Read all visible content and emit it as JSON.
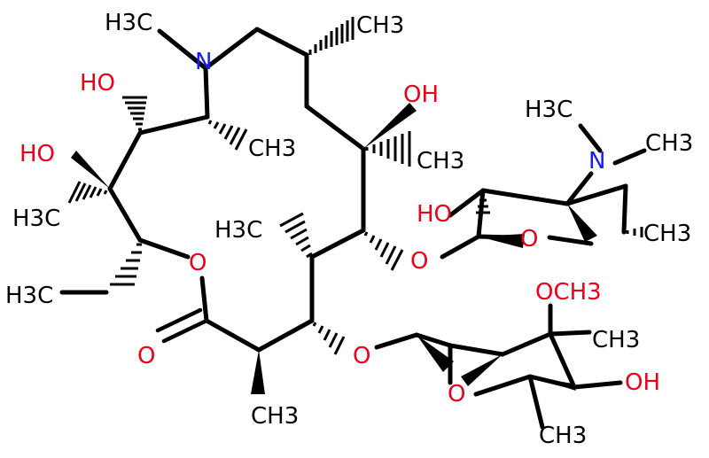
{
  "colors": {
    "bond": "#000000",
    "oxygen": "#e8001c",
    "nitrogen": "#1a1aff",
    "background": "#ffffff"
  },
  "labels": {
    "me_n_top": "H3C",
    "n_ring": "N",
    "me_top_right": "CH3",
    "ho_upper_left": "HO",
    "oh_top_middle": "OH",
    "me_nme2_left": "H3C",
    "n_sugar": "N",
    "me_nme2_right": "CH3",
    "ho_left": "HO",
    "ch3_after_n": "CH3",
    "ch3_mid": "CH3",
    "ho_sugar": "HO",
    "h3c_left_mid": "H3C",
    "o_ring_sugar1": "O",
    "ch3_sugar1": "CH3",
    "h3c_mid": "H3C",
    "o_lactone_ring": "O",
    "o_glyco1": "O",
    "h3c_ethyl": "H3C",
    "och3": "OCH3",
    "o_carbonyl": "O",
    "ch3_sugar2": "CH3",
    "o_glyco2": "O",
    "o_ring_sugar2": "O",
    "oh_sugar2": "OH",
    "ch3_bottom_mid": "CH3",
    "ch3_bottom_right": "CH3"
  }
}
